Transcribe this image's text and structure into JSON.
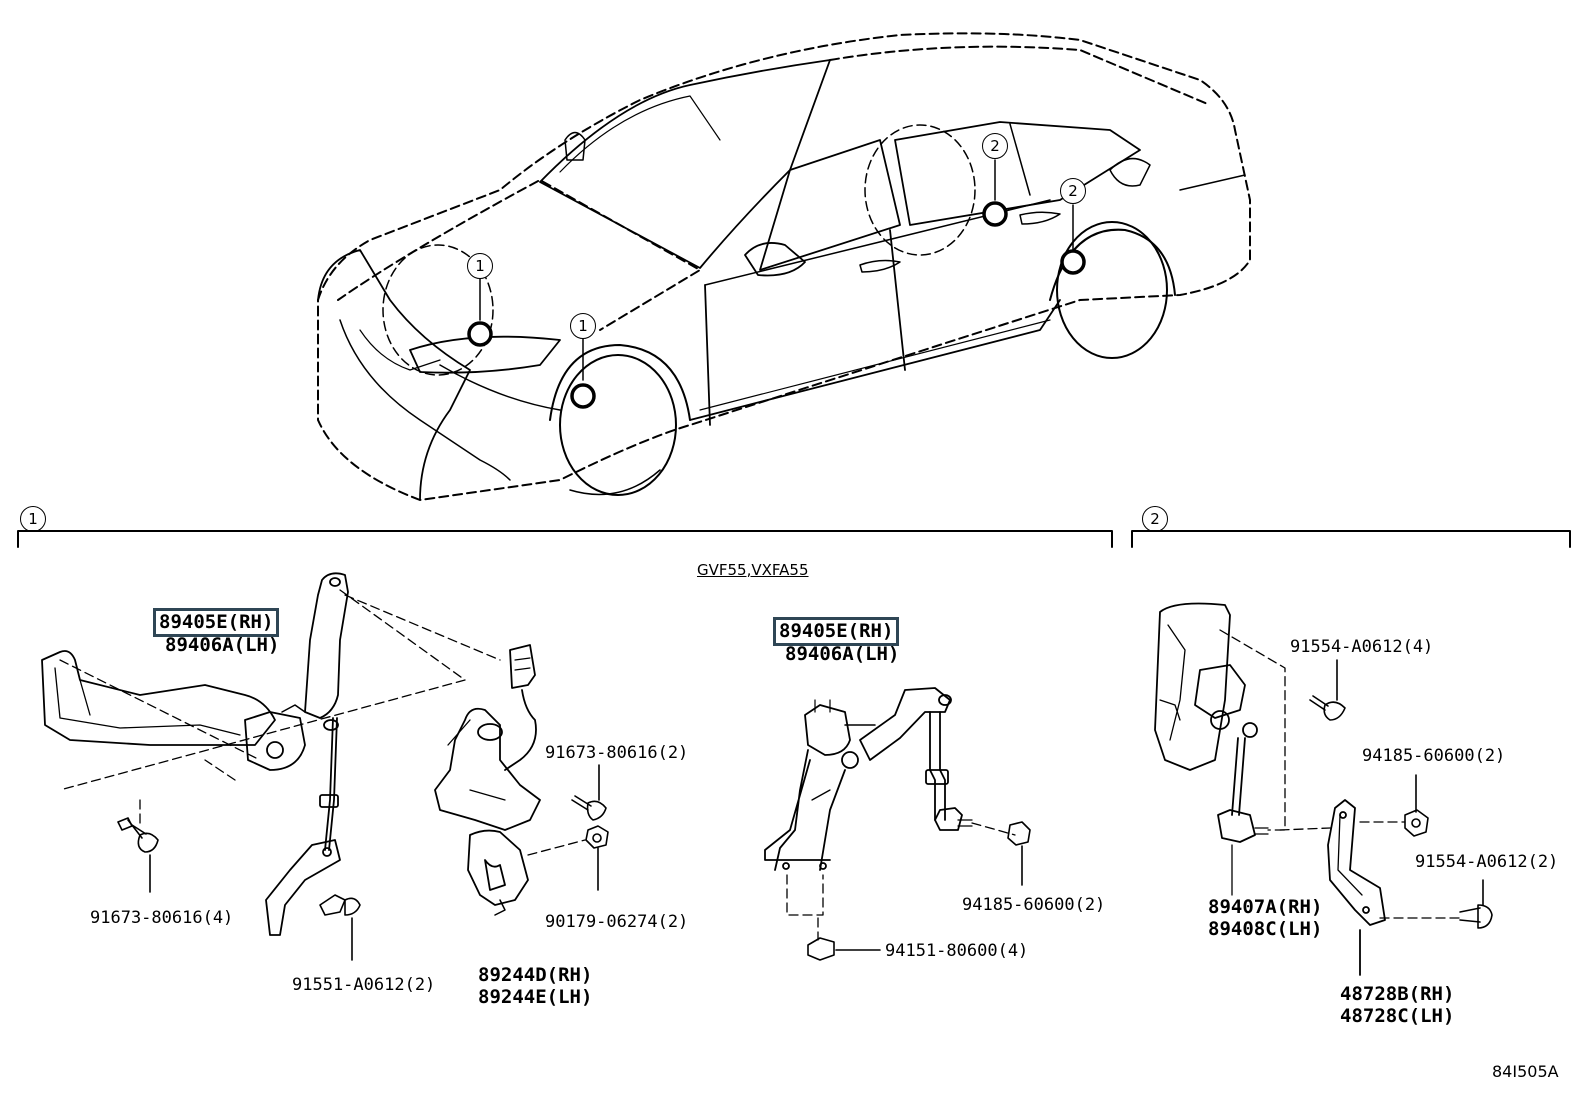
{
  "callouts": {
    "front_left": "1",
    "front_right": "1",
    "rear_center": "2",
    "rear_right": "2"
  },
  "sections": {
    "one": {
      "number": "1",
      "model_note": "GVF55,VXFA55"
    },
    "two": {
      "number": "2"
    }
  },
  "parts": {
    "sensor_front_a": {
      "rh": "89405E(RH)",
      "lh": "89406A(LH)"
    },
    "sensor_front_b": {
      "rh": "89405E(RH)",
      "lh": "89406A(LH)"
    },
    "bolt_91673_2": "91673-80616(2)",
    "nut_90179": "90179-06274(2)",
    "bolt_91673_4": "91673-80616(4)",
    "bolt_91551": "91551-A0612(2)",
    "actuator": {
      "rh": "89244D(RH)",
      "lh": "89244E(LH)"
    },
    "nut_94185_a": "94185-60600(2)",
    "nut_94151": "94151-80600(4)",
    "bolt_91554_a": "91554-A0612(4)",
    "nut_94185_b": "94185-60600(2)",
    "bolt_91554_b": "91554-A0612(2)",
    "sensor_rear": {
      "rh": "89407A(RH)",
      "lh": "89408C(LH)"
    },
    "bracket_rear": {
      "rh": "48728B(RH)",
      "lh": "48728C(LH)"
    }
  },
  "figure_id": "84I505A",
  "colors": {
    "highlight_box": "#2f4655",
    "line": "#000000",
    "background": "#ffffff"
  },
  "icons": [
    "car-outline-icon",
    "height-sensor-icon",
    "bolt-icon",
    "nut-icon",
    "bracket-icon",
    "actuator-icon"
  ]
}
